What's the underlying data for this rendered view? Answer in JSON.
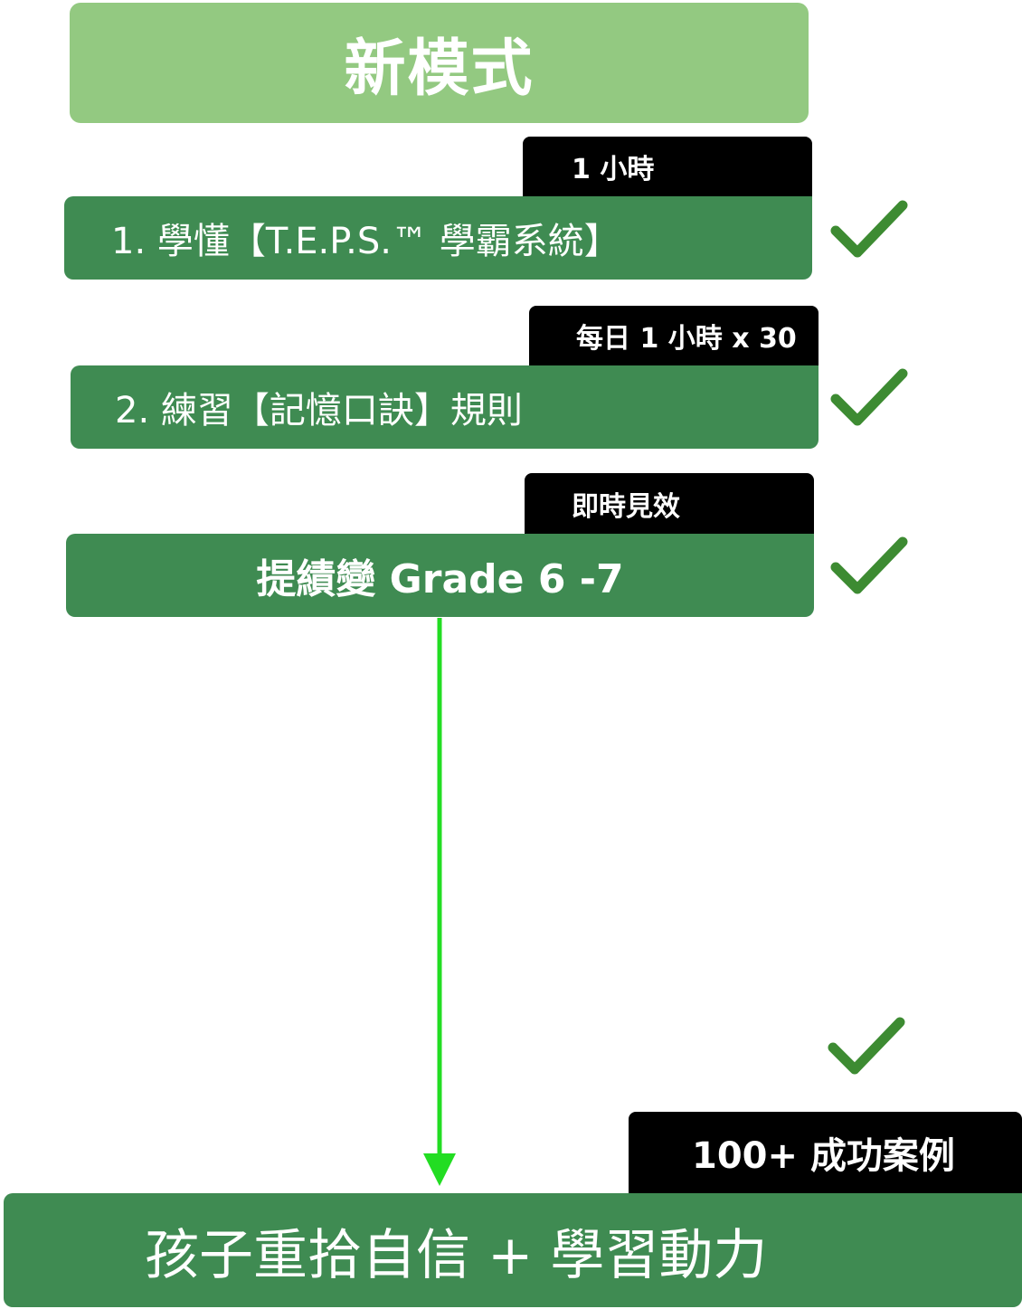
{
  "header": {
    "title": "新模式"
  },
  "steps": [
    {
      "tag": "1 小時",
      "label": "1. 學懂【T.E.P.S.™ 學霸系統】"
    },
    {
      "tag": "每日 1 小時 x 30",
      "label": "2. 練習【記憶口訣】規則"
    },
    {
      "tag": "即時見效",
      "label": "提績變 Grade 6 -7"
    }
  ],
  "result": {
    "tag": "100+ 成功案例",
    "label": "孩子重拾自信 + 學習動力"
  },
  "colors": {
    "header_bg": "#93c981",
    "step_bg": "#3f8b52",
    "tag_bg": "#000000",
    "check": "#3d8b32",
    "arrow": "#22dd22"
  },
  "icons": [
    "check-icon",
    "arrow-down-icon"
  ]
}
